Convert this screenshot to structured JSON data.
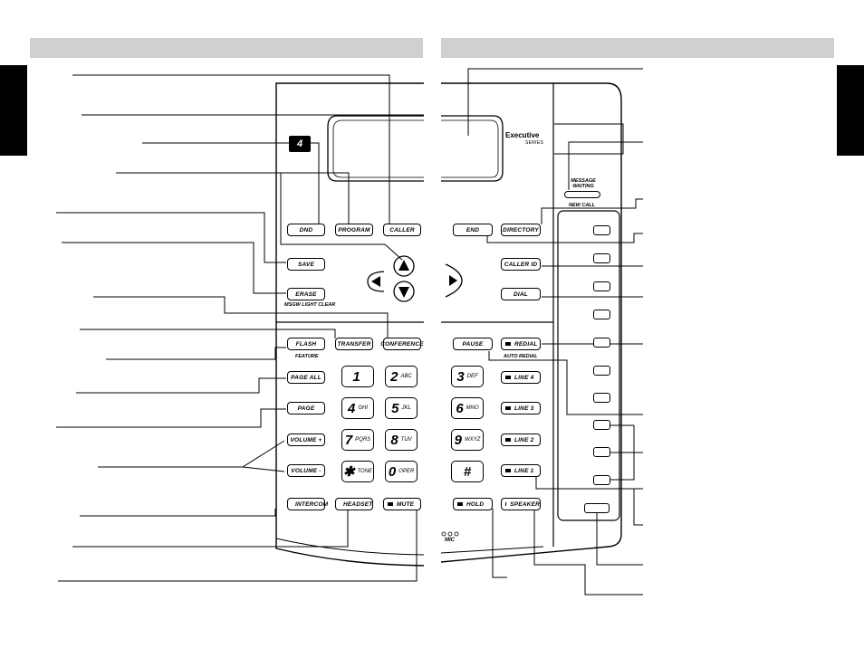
{
  "phone": {
    "logo": "4",
    "brand": "Executive",
    "series": "SERIES",
    "message_waiting_1": "MESSAGE",
    "message_waiting_2": "WAITING",
    "new_call": "NEW CALL",
    "mic": "MIC",
    "keys": {
      "dnd": "DND",
      "program": "PROGRAM",
      "caller": "CALLER",
      "save": "SAVE",
      "erase": "ERASE",
      "erase_sub": "MSGW LIGHT CLEAR",
      "flash": "FLASH",
      "flash_sub": "FEATURE",
      "transfer": "TRANSFER",
      "conference": "CONFERENCE",
      "page_all": "PAGE ALL",
      "page": "PAGE",
      "volume_up": "VOLUME +",
      "volume_down": "VOLUME -",
      "intercom": "INTERCOM",
      "headset": "HEADSET",
      "mute": "MUTE",
      "end": "END",
      "directory": "DIRECTORY",
      "caller_id": "CALLER ID",
      "dial": "DIAL",
      "pause": "PAUSE",
      "redial": "REDIAL",
      "auto_redial": "AUTO REDIAL",
      "line4": "LINE 4",
      "line3": "LINE 3",
      "line2": "LINE 2",
      "line1": "LINE 1",
      "hold": "HOLD",
      "speaker": "SPEAKER"
    },
    "dial": [
      {
        "n": "1",
        "l": ""
      },
      {
        "n": "2",
        "l": "ABC"
      },
      {
        "n": "3",
        "l": "DEF"
      },
      {
        "n": "4",
        "l": "GHI"
      },
      {
        "n": "5",
        "l": "JKL"
      },
      {
        "n": "6",
        "l": "MNO"
      },
      {
        "n": "7",
        "l": "PQRS"
      },
      {
        "n": "8",
        "l": "TUV"
      },
      {
        "n": "9",
        "l": "WXYZ"
      },
      {
        "n": "✱",
        "l": "TONE"
      },
      {
        "n": "0",
        "l": "OPER"
      },
      {
        "n": "#",
        "l": ""
      }
    ]
  }
}
